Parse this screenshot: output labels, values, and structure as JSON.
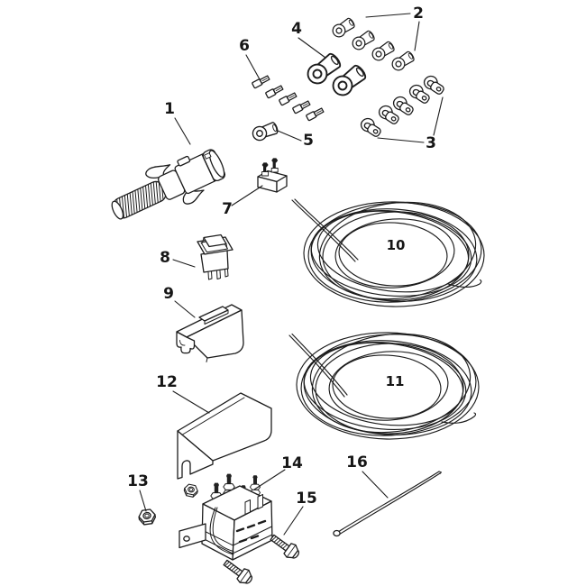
{
  "figure": {
    "background_color": "#ffffff",
    "line_color": "#1c1c1c",
    "kind": "exploded-parts-diagram"
  },
  "callouts": [
    {
      "label": "1",
      "name": "trailer-connector-plug"
    },
    {
      "label": "2",
      "name": "ring-terminal-set"
    },
    {
      "label": "3",
      "name": "cable-clamp-set"
    },
    {
      "label": "4",
      "name": "ring-terminals-large"
    },
    {
      "label": "5",
      "name": "ring-terminal-single"
    },
    {
      "label": "6",
      "name": "butt-splice-terminals"
    },
    {
      "label": "7",
      "name": "circuit-breaker"
    },
    {
      "label": "8",
      "name": "rocker-switch"
    },
    {
      "label": "9",
      "name": "switch-mounting-bracket"
    },
    {
      "label": "10",
      "name": "wire-coil-a"
    },
    {
      "label": "11",
      "name": "wire-coil-b"
    },
    {
      "label": "12",
      "name": "solenoid-cover"
    },
    {
      "label": "13",
      "name": "hex-nut"
    },
    {
      "label": "14",
      "name": "solenoid"
    },
    {
      "label": "15",
      "name": "hex-bolt"
    },
    {
      "label": "16",
      "name": "cable-tie"
    }
  ]
}
